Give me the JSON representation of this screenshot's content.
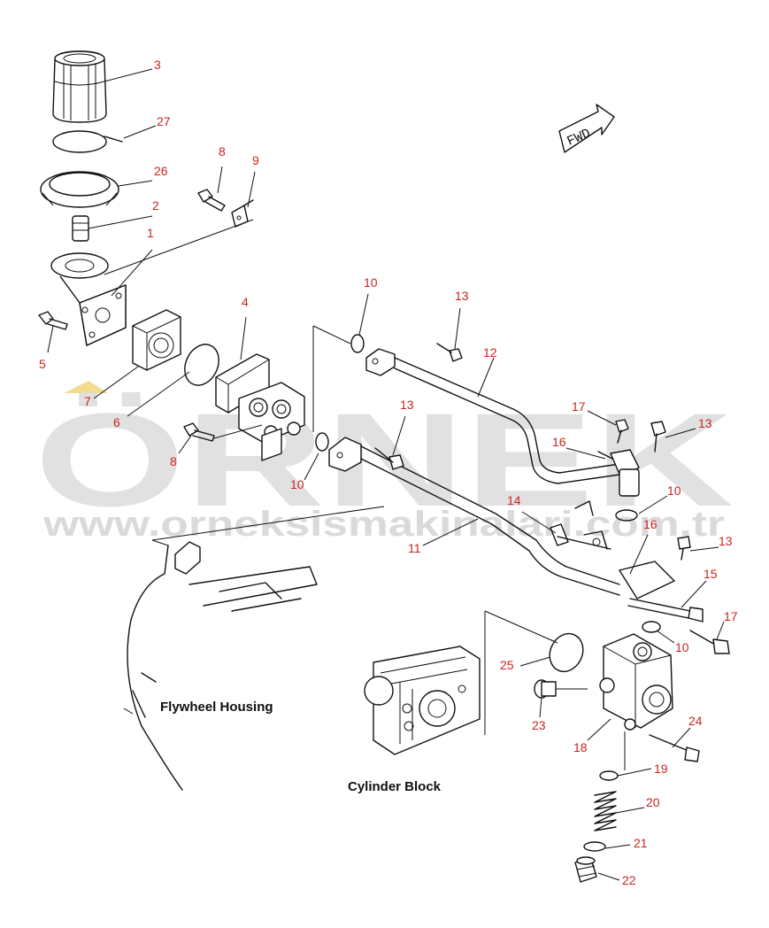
{
  "watermark": {
    "brand": "ÖRNEK",
    "url": "www.orneksismakinalari.com.tr",
    "color": "#d9d9d9",
    "accent": "#f3dd8c"
  },
  "labels": {
    "flywheel_housing": "Flywheel Housing",
    "cylinder_block": "Cylinder Block",
    "forward_marker": "FWD"
  },
  "callout_color": "#c8241f",
  "callouts": [
    {
      "id": "c3",
      "text": "3"
    },
    {
      "id": "c27",
      "text": "27"
    },
    {
      "id": "c26",
      "text": "26"
    },
    {
      "id": "c2",
      "text": "2"
    },
    {
      "id": "c1",
      "text": "1"
    },
    {
      "id": "c8a",
      "text": "8"
    },
    {
      "id": "c9",
      "text": "9"
    },
    {
      "id": "c5",
      "text": "5"
    },
    {
      "id": "c4",
      "text": "4"
    },
    {
      "id": "c7",
      "text": "7"
    },
    {
      "id": "c6",
      "text": "6"
    },
    {
      "id": "c8b",
      "text": "8"
    },
    {
      "id": "c10a",
      "text": "10"
    },
    {
      "id": "c13a",
      "text": "13"
    },
    {
      "id": "c12",
      "text": "12"
    },
    {
      "id": "c13b",
      "text": "13"
    },
    {
      "id": "c10b",
      "text": "10"
    },
    {
      "id": "c17a",
      "text": "17"
    },
    {
      "id": "c13c",
      "text": "13"
    },
    {
      "id": "c16a",
      "text": "16"
    },
    {
      "id": "c10c",
      "text": "10"
    },
    {
      "id": "c14",
      "text": "14"
    },
    {
      "id": "c11",
      "text": "11"
    },
    {
      "id": "c16b",
      "text": "16"
    },
    {
      "id": "c13d",
      "text": "13"
    },
    {
      "id": "c15",
      "text": "15"
    },
    {
      "id": "c17b",
      "text": "17"
    },
    {
      "id": "c10d",
      "text": "10"
    },
    {
      "id": "c25",
      "text": "25"
    },
    {
      "id": "c23",
      "text": "23"
    },
    {
      "id": "c18",
      "text": "18"
    },
    {
      "id": "c24",
      "text": "24"
    },
    {
      "id": "c19",
      "text": "19"
    },
    {
      "id": "c20",
      "text": "20"
    },
    {
      "id": "c21",
      "text": "21"
    },
    {
      "id": "c22",
      "text": "22"
    }
  ]
}
